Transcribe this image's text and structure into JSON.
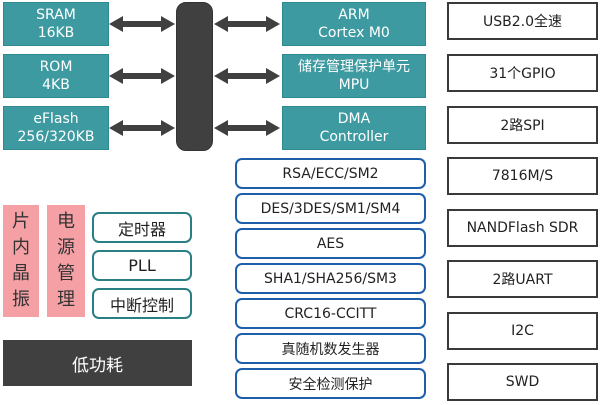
{
  "memory_blocks": [
    {
      "line1": "SRAM",
      "line2": "16KB"
    },
    {
      "line1": "ROM",
      "line2": "4KB"
    },
    {
      "line1": "eFlash",
      "line2": "256/320KB"
    }
  ],
  "core_blocks": [
    {
      "line1": "ARM",
      "line2": "Cortex M0"
    },
    {
      "line1": "储存管理保护单元",
      "line2": "MPU"
    },
    {
      "line1": "DMA",
      "line2": "Controller"
    }
  ],
  "peripherals": [
    "USB2.0全速",
    "31个GPIO",
    "2路SPI",
    "7816M/S",
    "NANDFlash SDR",
    "2路UART",
    "I2C",
    "SWD"
  ],
  "security_modules": [
    "RSA/ECC/SM2",
    "DES/3DES/SM1/SM4",
    "AES",
    "SHA1/SHA256/SM3",
    "CRC16-CCITT",
    "真随机数发生器",
    "安全检测保护"
  ],
  "system_blocks": {
    "oscillator": [
      "片",
      "内",
      "晶",
      "振"
    ],
    "power_management": [
      "电",
      "源",
      "管",
      "理"
    ],
    "timer": "定时器",
    "pll": "PLL",
    "interrupt_controller": "中断控制",
    "low_power": "低功耗"
  },
  "colors": {
    "teal": "#3d9aa0",
    "bus": "#404040",
    "pink": "#f4a0a4",
    "blue_border": "#1f5faa",
    "teal_border": "#2a7f85"
  }
}
